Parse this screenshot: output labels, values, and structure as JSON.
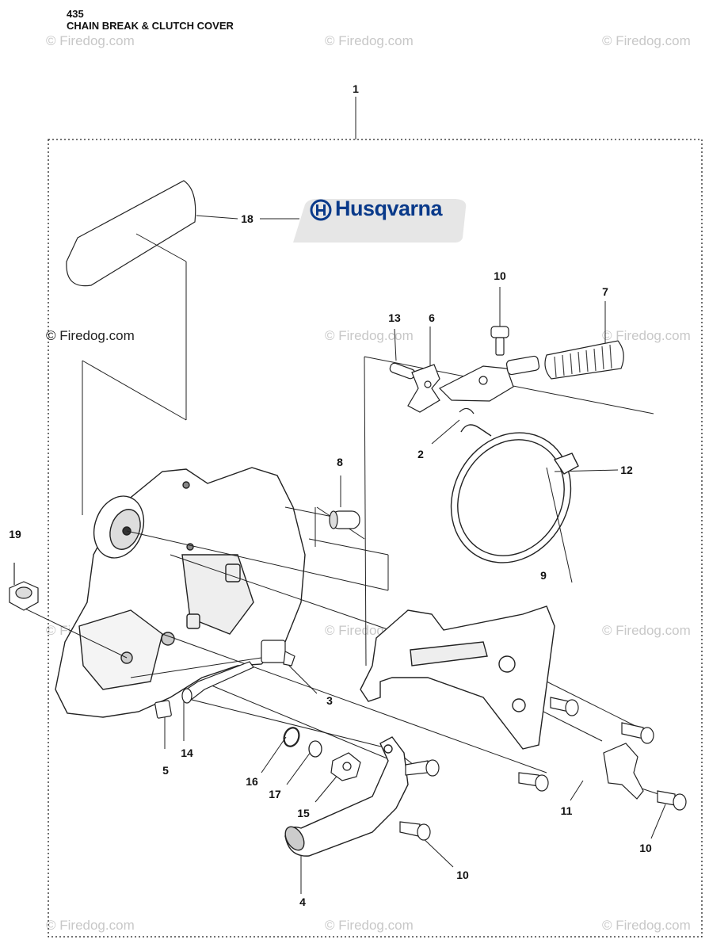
{
  "header": {
    "model": "435",
    "title": "CHAIN BREAK & CLUTCH COVER"
  },
  "watermarks": [
    {
      "id": "wm-1",
      "text": "© Firedog.com"
    },
    {
      "id": "wm-2",
      "text": "© Firedog.com"
    },
    {
      "id": "wm-3",
      "text": "© Firedog.com"
    },
    {
      "id": "wm-4",
      "text": "© Firedog.com"
    },
    {
      "id": "wm-5",
      "text": "© Firedog.com"
    },
    {
      "id": "wm-6",
      "text": "© Firedog.com"
    },
    {
      "id": "wm-7",
      "text": "© Firedog.com"
    },
    {
      "id": "wm-8",
      "text": "© Firedog.com"
    },
    {
      "id": "wm-9",
      "text": "© Firedog.com"
    },
    {
      "id": "wm-10",
      "text": "© Firedog.com"
    },
    {
      "id": "wm-11",
      "text": "© Firedog.com"
    },
    {
      "id": "wm-12",
      "text": "© Firedog.com"
    }
  ],
  "logo": {
    "brand": "Husqvarna",
    "color": "#0a3a8a",
    "label_color": "#e6e6e6"
  },
  "callouts": {
    "c1": "1",
    "c2": "2",
    "c3": "3",
    "c4": "4",
    "c5": "5",
    "c6": "6",
    "c7": "7",
    "c8": "8",
    "c9": "9",
    "c10a": "10",
    "c10b": "10",
    "c10c": "10",
    "c11": "11",
    "c12": "12",
    "c13": "13",
    "c14": "14",
    "c15": "15",
    "c16": "16",
    "c17": "17",
    "c18": "18",
    "c19": "19"
  }
}
